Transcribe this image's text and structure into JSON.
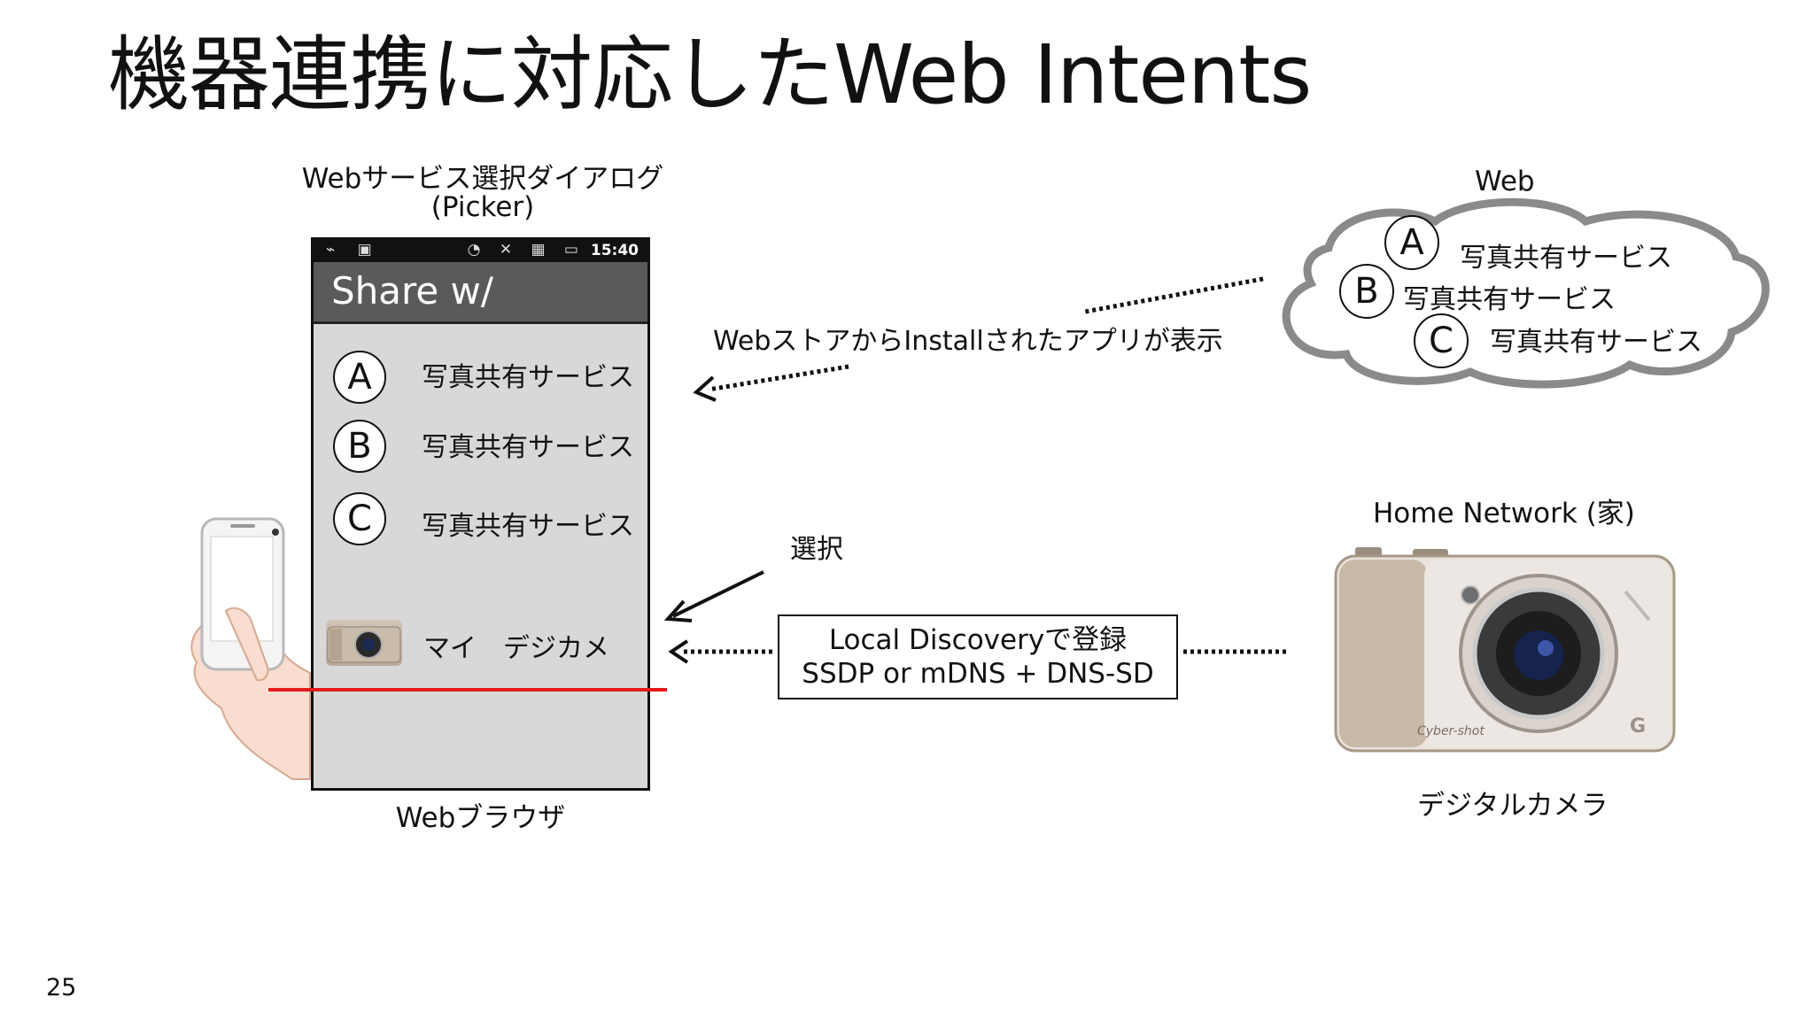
{
  "title": "機器連携に対応したWeb Intents",
  "page_number": "25",
  "picker": {
    "caption_line1": "Webサービス選択ダイアログ",
    "caption_line2": "(Picker)",
    "status_time": "15:40",
    "share_title": "Share w/",
    "items": [
      {
        "letter": "A",
        "label": "写真共有サービス"
      },
      {
        "letter": "B",
        "label": "写真共有サービス"
      },
      {
        "letter": "C",
        "label": "写真共有サービス"
      }
    ],
    "camera_item_label": "マイ　デジカメ",
    "browser_caption": "Webブラウザ"
  },
  "web_cloud": {
    "label": "Web",
    "items": [
      {
        "letter": "A",
        "label": "写真共有サービス"
      },
      {
        "letter": "B",
        "label": "写真共有サービス"
      },
      {
        "letter": "C",
        "label": "写真共有サービス"
      }
    ]
  },
  "install_label": "WebストアからInstallされたアプリが表示",
  "select_label": "選択",
  "discovery": {
    "line1": "Local Discoveryで登録",
    "line2": "SSDP or mDNS + DNS-SD"
  },
  "home_network_label": "Home Network (家)",
  "camera": {
    "caption": "デジタルカメラ",
    "brand_text": "Cyber-shot",
    "model_mark": "G"
  },
  "colors": {
    "highlight_line": "#e31b1b",
    "cloud_stroke": "#8a8a8a",
    "status_bar": "#111111",
    "share_bar": "#5a5a5a",
    "phone_screen": "#d8d8d8"
  }
}
